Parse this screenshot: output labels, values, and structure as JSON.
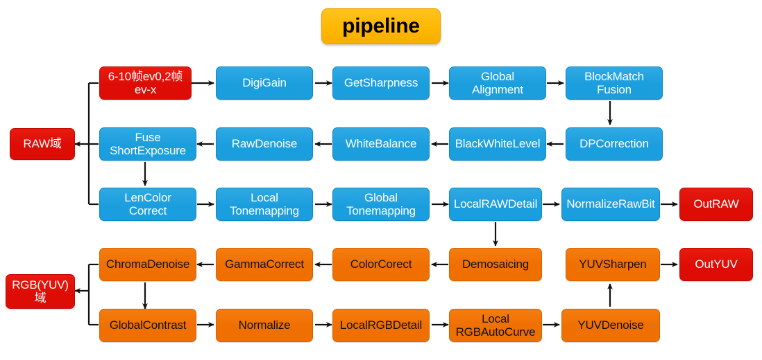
{
  "diagram": {
    "type": "flowchart",
    "title": {
      "label": "pipeline",
      "color": "#ffb700"
    },
    "palette": {
      "blue": "#1b9ede",
      "orange": "#ef6f00",
      "red": "#dd0d06",
      "yellow": "#ffb700",
      "edge": "#000000",
      "background": "#ffffff"
    },
    "stage_labels": [
      {
        "id": "raw-domain",
        "label": "RAW域",
        "color": "#dd0d06"
      },
      {
        "id": "rgb-yuv-domain",
        "label": "RGB(YUV)\n域",
        "color": "#dd0d06"
      }
    ],
    "nodes": [
      {
        "id": "frames-input",
        "label": "6-10帧ev0,2帧\nev-x",
        "color": "red",
        "row": 1,
        "col": 1
      },
      {
        "id": "digigain",
        "label": "DigiGain",
        "color": "blue",
        "row": 1,
        "col": 2
      },
      {
        "id": "getsharpness",
        "label": "GetSharpness",
        "color": "blue",
        "row": 1,
        "col": 3
      },
      {
        "id": "global-alignment",
        "label": "Global\nAlignment",
        "color": "blue",
        "row": 1,
        "col": 4
      },
      {
        "id": "blockmatch-fusion",
        "label": "BlockMatch\nFusion",
        "color": "blue",
        "row": 1,
        "col": 5
      },
      {
        "id": "fuse-shortexposure",
        "label": "Fuse\nShortExposure",
        "color": "blue",
        "row": 2,
        "col": 1
      },
      {
        "id": "rawdenoise",
        "label": "RawDenoise",
        "color": "blue",
        "row": 2,
        "col": 2
      },
      {
        "id": "whitebalance",
        "label": "WhiteBalance",
        "color": "blue",
        "row": 2,
        "col": 3
      },
      {
        "id": "blackwhitelevel",
        "label": "BlackWhiteLevel",
        "color": "blue",
        "row": 2,
        "col": 4
      },
      {
        "id": "dpcorrection",
        "label": "DPCorrection",
        "color": "blue",
        "row": 2,
        "col": 5
      },
      {
        "id": "lencolorcorrect",
        "label": "LenColor\nCorrect",
        "color": "blue",
        "row": 3,
        "col": 1
      },
      {
        "id": "local-tonemapping",
        "label": "Local\nTonemapping",
        "color": "blue",
        "row": 3,
        "col": 2
      },
      {
        "id": "global-tonemapping",
        "label": "Global\nTonemapping",
        "color": "blue",
        "row": 3,
        "col": 3
      },
      {
        "id": "localrawdetail",
        "label": "LocalRAWDetail",
        "color": "blue",
        "row": 3,
        "col": 4
      },
      {
        "id": "normalizerawbit",
        "label": "NormalizeRawBit",
        "color": "blue",
        "row": 3,
        "col": 5
      },
      {
        "id": "outraw",
        "label": "OutRAW",
        "color": "red",
        "row": 3,
        "col": 6
      },
      {
        "id": "chromadenoise",
        "label": "ChromaDenoise",
        "color": "orange",
        "row": 4,
        "col": 1
      },
      {
        "id": "gammacorrect",
        "label": "GammaCorrect",
        "color": "orange",
        "row": 4,
        "col": 2
      },
      {
        "id": "colorcorect",
        "label": "ColorCorect",
        "color": "orange",
        "row": 4,
        "col": 3
      },
      {
        "id": "demosaicing",
        "label": "Demosaicing",
        "color": "orange",
        "row": 4,
        "col": 4
      },
      {
        "id": "yuvsharpen",
        "label": "YUVSharpen",
        "color": "orange",
        "row": 4,
        "col": 5
      },
      {
        "id": "outyuv",
        "label": "OutYUV",
        "color": "red",
        "row": 4,
        "col": 6
      },
      {
        "id": "globalcontrast",
        "label": "GlobalContrast",
        "color": "orange",
        "row": 5,
        "col": 1
      },
      {
        "id": "normalize",
        "label": "Normalize",
        "color": "orange",
        "row": 5,
        "col": 2
      },
      {
        "id": "localrgbdetail",
        "label": "LocalRGBDetail",
        "color": "orange",
        "row": 5,
        "col": 3
      },
      {
        "id": "local-rgbautocurve",
        "label": "Local\nRGBAutoCurve",
        "color": "orange",
        "row": 5,
        "col": 4
      },
      {
        "id": "yuvdenoise",
        "label": "YUVDenoise",
        "color": "orange",
        "row": 5,
        "col": 5
      }
    ],
    "edges": [
      {
        "from": "frames-input",
        "to": "digigain"
      },
      {
        "from": "digigain",
        "to": "getsharpness"
      },
      {
        "from": "getsharpness",
        "to": "global-alignment"
      },
      {
        "from": "global-alignment",
        "to": "blockmatch-fusion"
      },
      {
        "from": "blockmatch-fusion",
        "to": "dpcorrection"
      },
      {
        "from": "dpcorrection",
        "to": "blackwhitelevel"
      },
      {
        "from": "blackwhitelevel",
        "to": "whitebalance"
      },
      {
        "from": "whitebalance",
        "to": "rawdenoise"
      },
      {
        "from": "rawdenoise",
        "to": "fuse-shortexposure"
      },
      {
        "from": "fuse-shortexposure",
        "to": "lencolorcorrect"
      },
      {
        "from": "lencolorcorrect",
        "to": "local-tonemapping"
      },
      {
        "from": "local-tonemapping",
        "to": "global-tonemapping"
      },
      {
        "from": "global-tonemapping",
        "to": "localrawdetail"
      },
      {
        "from": "localrawdetail",
        "to": "normalizerawbit"
      },
      {
        "from": "normalizerawbit",
        "to": "outraw"
      },
      {
        "from": "localrawdetail",
        "to": "demosaicing"
      },
      {
        "from": "demosaicing",
        "to": "colorcorect"
      },
      {
        "from": "colorcorect",
        "to": "gammacorrect"
      },
      {
        "from": "gammacorrect",
        "to": "chromadenoise"
      },
      {
        "from": "chromadenoise",
        "to": "globalcontrast"
      },
      {
        "from": "globalcontrast",
        "to": "normalize"
      },
      {
        "from": "normalize",
        "to": "localrgbdetail"
      },
      {
        "from": "localrgbdetail",
        "to": "local-rgbautocurve"
      },
      {
        "from": "local-rgbautocurve",
        "to": "yuvdenoise"
      },
      {
        "from": "yuvdenoise",
        "to": "yuvsharpen"
      },
      {
        "from": "yuvsharpen",
        "to": "outyuv"
      },
      {
        "from": "raw-domain-bracket",
        "to": "raw-domain"
      },
      {
        "from": "rgb-yuv-domain-bracket",
        "to": "rgb-yuv-domain"
      }
    ]
  }
}
